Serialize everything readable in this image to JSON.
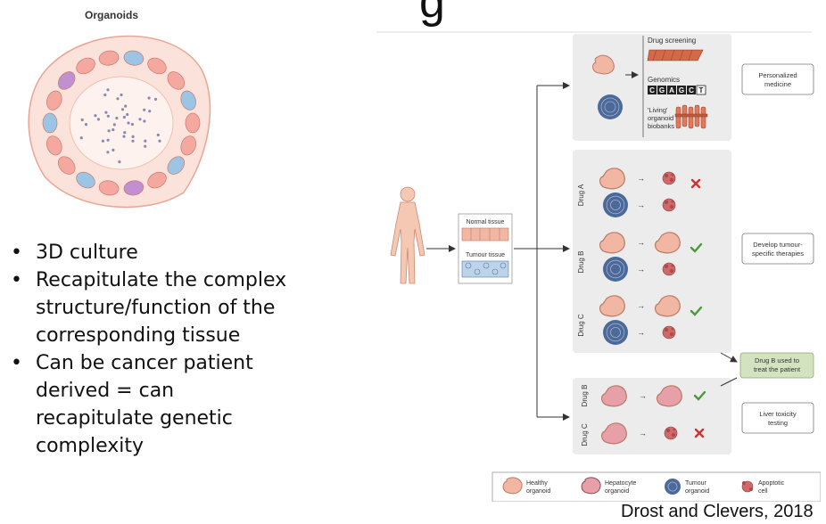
{
  "headline_fragment": "g",
  "organoid_title": "Organoids",
  "bullets": [
    {
      "lines": [
        "3D culture"
      ]
    },
    {
      "lines": [
        "Recapitulate the complex",
        "structure/function of the",
        "corresponding tissue"
      ]
    },
    {
      "lines": [
        "Can be cancer patient",
        "derived = can",
        "recapitulate genetic",
        "complexity"
      ]
    }
  ],
  "diagram": {
    "tissue_labels": {
      "normal": "Normal tissue",
      "tumour": "Tumour tissue"
    },
    "screening": {
      "drug_screening": "Drug screening",
      "genomics": "Genomics",
      "sequence": [
        "C",
        "G",
        "A",
        "G",
        "C",
        "T"
      ],
      "biobank_lines": [
        "'Living'",
        "organoid",
        "biobanks"
      ]
    },
    "drug_panels": [
      {
        "label": "Drug A",
        "healthy_result": "cross"
      },
      {
        "label": "Drug B",
        "healthy_result": "check"
      },
      {
        "label": "Drug C",
        "healthy_result": "check"
      }
    ],
    "liver_panels": [
      {
        "label": "Drug B",
        "result": "check"
      },
      {
        "label": "Drug C",
        "result": "cross"
      }
    ],
    "outcomes": {
      "personalized": [
        "Personalized",
        "medicine"
      ],
      "therapies": [
        "Develop tumour-",
        "specific therapies"
      ],
      "drug_b": [
        "Drug B used to",
        "treat the patient"
      ],
      "liver": [
        "Liver toxicity",
        "testing"
      ]
    },
    "legend": [
      {
        "lines": [
          "Healthy",
          "organoid"
        ]
      },
      {
        "lines": [
          "Hepatocyte",
          "organoid"
        ]
      },
      {
        "lines": [
          "Tumour",
          "organoid"
        ]
      },
      {
        "lines": [
          "Apoptotic",
          "cell"
        ]
      }
    ],
    "colors": {
      "panel": "#ececec",
      "healthy": "#f2b7a3",
      "tumour": "#4a6a9a",
      "apoptotic": "#d06a6a",
      "check": "#4a9a3a",
      "cross": "#d23030",
      "drug_b_box": "#d3e3c0"
    }
  },
  "credit": "Drost and Clevers, 2018"
}
